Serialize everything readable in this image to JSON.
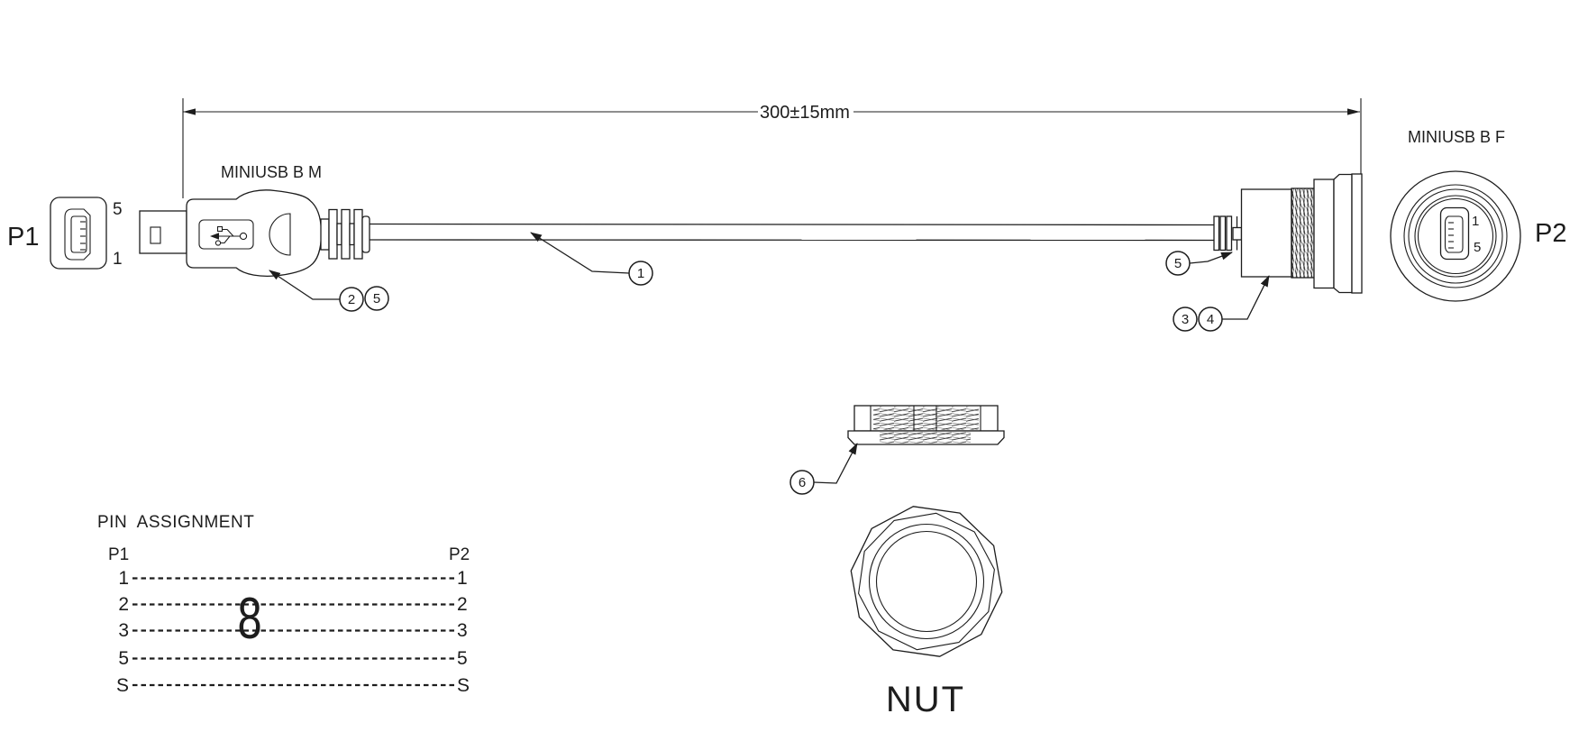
{
  "meta": {
    "background": "#ffffff",
    "ink": "#1d1d1d",
    "drawing_type": "cable assembly technical drawing"
  },
  "dimension": {
    "value": "300±15mm"
  },
  "connectors": {
    "p1": {
      "ref": "P1",
      "type_label": "MINIUSB B M",
      "pin_top": "5",
      "pin_bottom": "1"
    },
    "p2": {
      "ref": "P2",
      "type_label": "MINIUSB B F",
      "pin_top": "1",
      "pin_bottom": "5"
    }
  },
  "callouts": {
    "cable": "1",
    "male_a": "2",
    "male_b": "5",
    "female_boot": "5",
    "female_a": "3",
    "female_b": "4",
    "nut": "6"
  },
  "nut": {
    "label": "NUT"
  },
  "pin_assignment": {
    "title": "PIN  ASSIGNMENT",
    "left_header": "P1",
    "right_header": "P2",
    "rows": [
      {
        "left": "1",
        "right": "1"
      },
      {
        "left": "2",
        "right": "2"
      },
      {
        "left": "3",
        "right": "3"
      },
      {
        "left": "5",
        "right": "5"
      },
      {
        "left": "S",
        "right": "S"
      }
    ],
    "shield_splice_mark": "8"
  }
}
